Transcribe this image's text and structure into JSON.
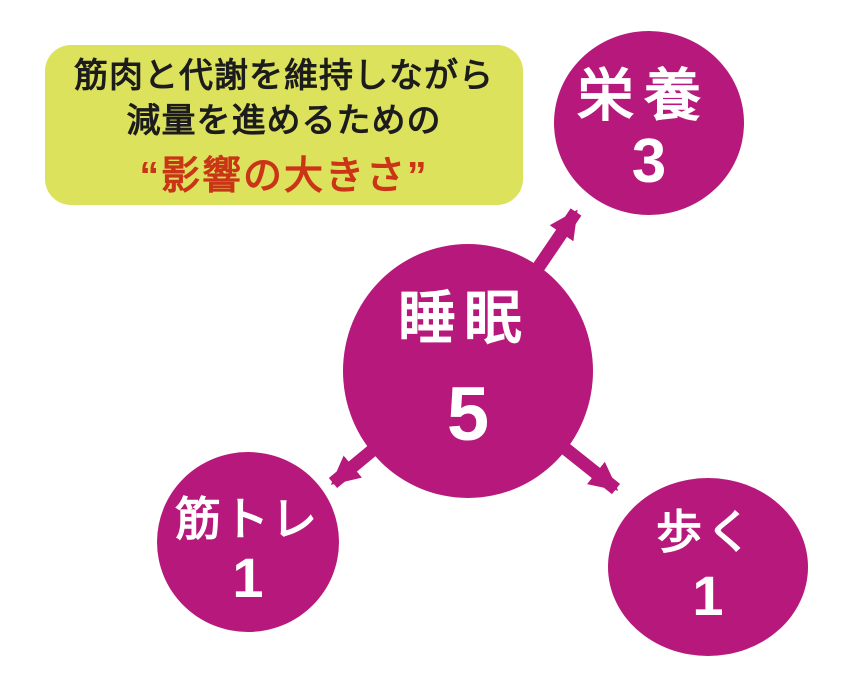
{
  "palette": {
    "node_magenta": "#b6187b",
    "callout_background": "#dde25d",
    "emphasis_red": "#c93516",
    "callout_text": "#1c1c1c",
    "node_text": "#ffffff",
    "page_background": "#ffffff"
  },
  "callout": {
    "line1": "筋肉と代謝を維持しながら",
    "line2": "減量を進めるための",
    "emphasis": "“影響の大きさ”"
  },
  "nodes": {
    "sleep": {
      "label": "睡眠",
      "value": "5"
    },
    "nutrition": {
      "label": "栄養",
      "value": "3"
    },
    "training": {
      "label": "筋トレ",
      "value": "1"
    },
    "walking": {
      "label": "歩く",
      "value": "1"
    }
  },
  "chart_data": {
    "type": "diagram",
    "title": "筋肉と代謝を維持しながら減量を進めるための“影響の大きさ”",
    "center_node": {
      "label": "睡眠",
      "value": 5
    },
    "spoke_nodes": [
      {
        "label": "栄養",
        "value": 3,
        "position": "top-right"
      },
      {
        "label": "筋トレ",
        "value": 1,
        "position": "bottom-left"
      },
      {
        "label": "歩く",
        "value": 1,
        "position": "bottom-right"
      }
    ],
    "note": "Bubble size proportional to impact weight; arrows radiate from center sleep node"
  }
}
